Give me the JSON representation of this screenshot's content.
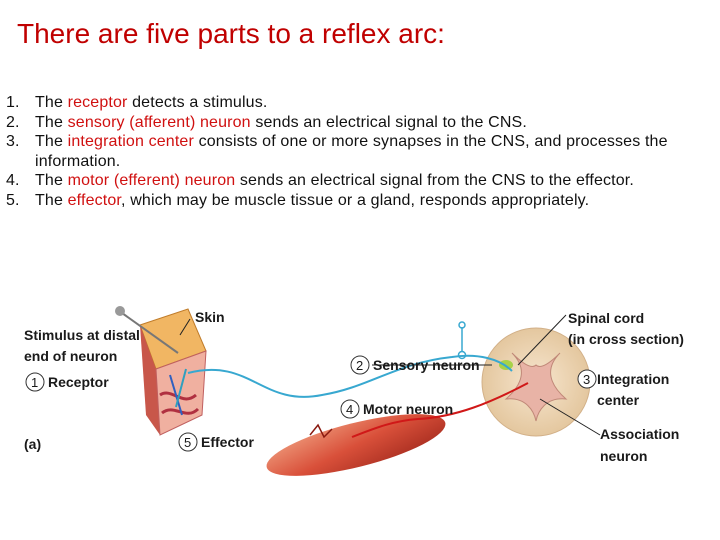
{
  "slide": {
    "title": "There are five parts to a reflex arc:",
    "steps": [
      {
        "num": "1.",
        "pre": "The ",
        "term": "receptor",
        "post": " detects a stimulus."
      },
      {
        "num": "2.",
        "pre": "The ",
        "term": "sensory (afferent) neuron",
        "post": " sends an electrical signal to the CNS."
      },
      {
        "num": "3.",
        "pre": "The ",
        "term": "integration center",
        "post": " consists of one or more synapses in the CNS, and processes the information."
      },
      {
        "num": "4.",
        "pre": "The ",
        "term": "motor (efferent) neuron",
        "post": " sends an electrical signal from the CNS to the effector."
      },
      {
        "num": "5.",
        "pre": "The ",
        "term": "effector",
        "post": ", which may be muscle tissue or a gland, responds appropriately."
      }
    ]
  },
  "figure": {
    "skin": "Skin",
    "stimulus_line1": "Stimulus at distal",
    "stimulus_line2": "end of neuron",
    "n1": "1",
    "receptor": "Receptor",
    "n2": "2",
    "sensory": "Sensory neuron",
    "n3": "3",
    "integration_line1": "Integration",
    "integration_line2": "center",
    "n4": "4",
    "motor": "Motor neuron",
    "n5": "5",
    "effector": "Effector",
    "spinal_line1": "Spinal cord",
    "spinal_line2": "(in cross section)",
    "assoc_line1": "Association",
    "assoc_line2": "neuron",
    "panel": "(a)"
  }
}
